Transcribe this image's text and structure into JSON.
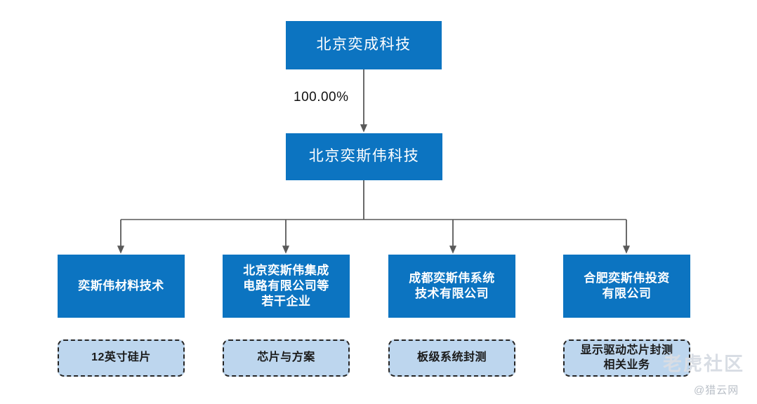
{
  "diagram": {
    "type": "org-chart",
    "title_present": false,
    "colors": {
      "node_fill": "#0C74C1",
      "node_text": "#FFFFFF",
      "tag_fill": "#BDD6EE",
      "tag_border": "#262626",
      "connector": "#595959",
      "background": "#FFFFFF"
    },
    "root": {
      "label": "北京奕成科技"
    },
    "edge_label": "100.00%",
    "level2": {
      "label": "北京奕斯伟科技"
    },
    "children": [
      {
        "label": "奕斯伟材料技术",
        "tag": "12英寸硅片"
      },
      {
        "label": "北京奕斯伟集成\n电路有限公司等\n若干企业",
        "tag": "芯片与方案"
      },
      {
        "label": "成都奕斯伟系统\n技术有限公司",
        "tag": "板级系统封测"
      },
      {
        "label": "合肥奕斯伟投资\n有限公司",
        "tag": "显示驱动芯片封测\n相关业务"
      }
    ],
    "watermark": {
      "main": "老虎社区",
      "sub": "@猎云网"
    }
  }
}
